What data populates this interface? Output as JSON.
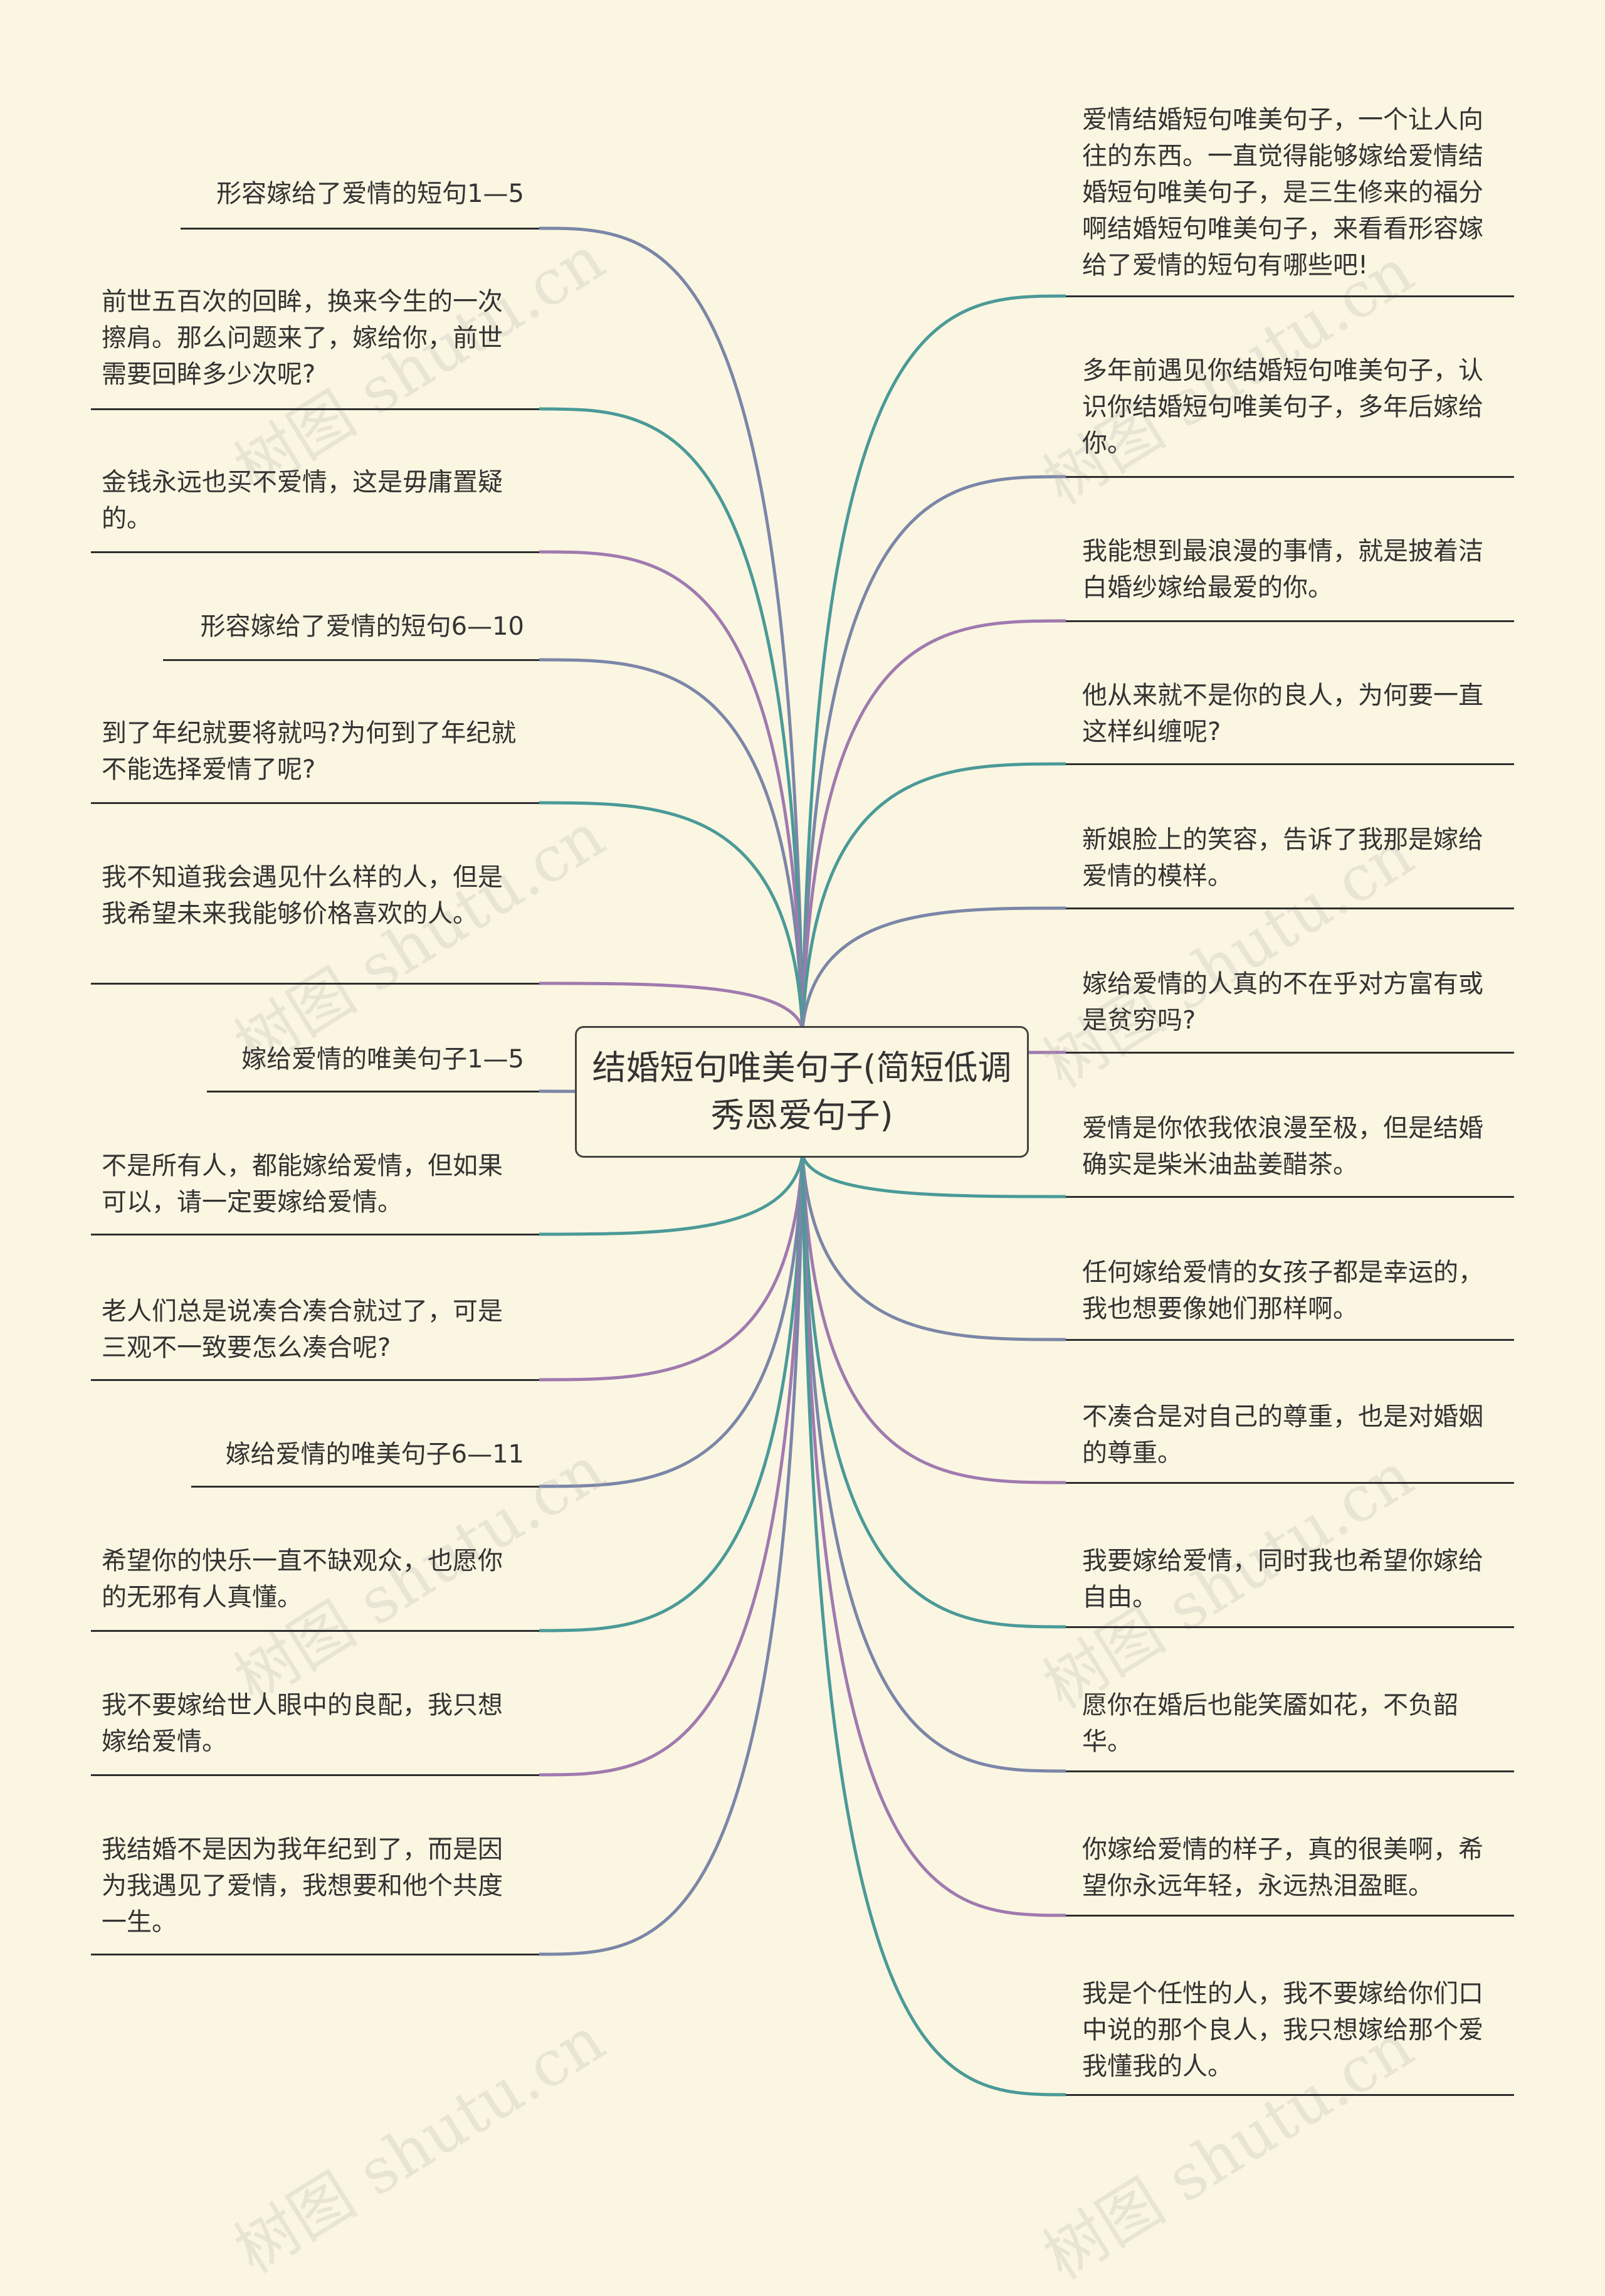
{
  "center": "结婚短句唯美句子(简短低调秀恩爱句子)",
  "watermark_text": "树图 shutu.cn",
  "colors": {
    "background": "#fbf6e1",
    "teal": "#4a9a98",
    "slate": "#7b86a8",
    "purple": "#a07aaf",
    "text": "#333333",
    "underline": "#2e2e2e"
  },
  "left_nodes": [
    {
      "text": "形容嫁给了爱情的短句1—5",
      "heading": true,
      "color": "slate"
    },
    {
      "text": "前世五百次的回眸，换来今生的一次擦肩。那么问题来了，嫁给你，前世需要回眸多少次呢?",
      "color": "teal"
    },
    {
      "text": "金钱永远也买不爱情，这是毋庸置疑的。",
      "color": "purple"
    },
    {
      "text": "形容嫁给了爱情的短句6—10",
      "heading": true,
      "color": "slate"
    },
    {
      "text": "到了年纪就要将就吗?为何到了年纪就不能选择爱情了呢?",
      "color": "teal"
    },
    {
      "text": "我不知道我会遇见什么样的人，但是我希望未来我能够价格喜欢的人。",
      "color": "purple"
    },
    {
      "text": "嫁给爱情的唯美句子1—5",
      "heading": true,
      "color": "slate"
    },
    {
      "text": "不是所有人，都能嫁给爱情，但如果可以，请一定要嫁给爱情。",
      "color": "teal"
    },
    {
      "text": "老人们总是说凑合凑合就过了，可是三观不一致要怎么凑合呢?",
      "color": "purple"
    },
    {
      "text": "嫁给爱情的唯美句子6—11",
      "heading": true,
      "color": "slate"
    },
    {
      "text": "希望你的快乐一直不缺观众，也愿你的无邪有人真懂。",
      "color": "teal"
    },
    {
      "text": "我不要嫁给世人眼中的良配，我只想嫁给爱情。",
      "color": "purple"
    },
    {
      "text": "我结婚不是因为我年纪到了，而是因为我遇见了爱情，我想要和他个共度一生。",
      "color": "slate"
    }
  ],
  "right_nodes": [
    {
      "text": "爱情结婚短句唯美句子，一个让人向往的东西。一直觉得能够嫁给爱情结婚短句唯美句子，是三生修来的福分啊结婚短句唯美句子，来看看形容嫁给了爱情的短句有哪些吧!",
      "color": "teal"
    },
    {
      "text": "多年前遇见你结婚短句唯美句子，认识你结婚短句唯美句子，多年后嫁给你。",
      "color": "slate"
    },
    {
      "text": "我能想到最浪漫的事情，就是披着洁白婚纱嫁给最爱的你。",
      "color": "purple"
    },
    {
      "text": "他从来就不是你的良人，为何要一直这样纠缠呢?",
      "color": "teal"
    },
    {
      "text": "新娘脸上的笑容，告诉了我那是嫁给爱情的模样。",
      "color": "slate"
    },
    {
      "text": "嫁给爱情的人真的不在乎对方富有或是贫穷吗?",
      "color": "purple"
    },
    {
      "text": "爱情是你侬我侬浪漫至极，但是结婚确实是柴米油盐姜醋茶。",
      "color": "teal"
    },
    {
      "text": "任何嫁给爱情的女孩子都是幸运的，我也想要像她们那样啊。",
      "color": "slate"
    },
    {
      "text": "不凑合是对自己的尊重，也是对婚姻的尊重。",
      "color": "purple"
    },
    {
      "text": "我要嫁给爱情，同时我也希望你嫁给自由。",
      "color": "teal"
    },
    {
      "text": "愿你在婚后也能笑靥如花，不负韶华。",
      "color": "slate"
    },
    {
      "text": "你嫁给爱情的样子，真的很美啊，希望你永远年轻，永远热泪盈眶。",
      "color": "purple"
    },
    {
      "text": "我是个任性的人，我不要嫁给你们口中说的那个良人，我只想嫁给那个爱我懂我的人。",
      "color": "teal"
    }
  ]
}
